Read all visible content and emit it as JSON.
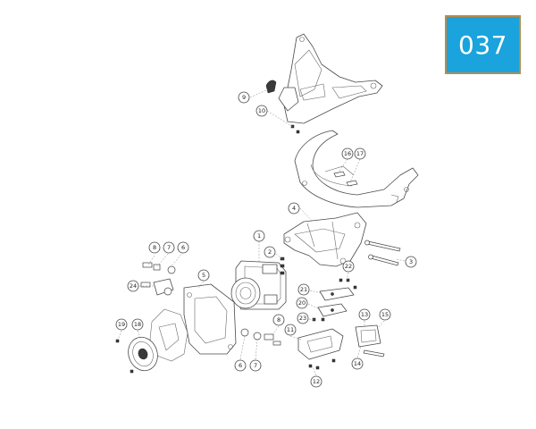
{
  "badge": {
    "number": "037",
    "color": "#1aa3dc",
    "border": "#b88c4a"
  },
  "callouts": [
    {
      "id": "c9",
      "label": "9"
    },
    {
      "id": "c10",
      "label": "10"
    },
    {
      "id": "c16",
      "label": "16"
    },
    {
      "id": "c17",
      "label": "17"
    },
    {
      "id": "c4",
      "label": "4"
    },
    {
      "id": "c1",
      "label": "1"
    },
    {
      "id": "c2",
      "label": "2"
    },
    {
      "id": "c3",
      "label": "3"
    },
    {
      "id": "c8a",
      "label": "8"
    },
    {
      "id": "c7a",
      "label": "7"
    },
    {
      "id": "c6a",
      "label": "6"
    },
    {
      "id": "c5",
      "label": "5"
    },
    {
      "id": "c24",
      "label": "24"
    },
    {
      "id": "c22",
      "label": "22"
    },
    {
      "id": "c21",
      "label": "21"
    },
    {
      "id": "c20",
      "label": "20"
    },
    {
      "id": "c23",
      "label": "23"
    },
    {
      "id": "c13",
      "label": "13"
    },
    {
      "id": "c15",
      "label": "15"
    },
    {
      "id": "c8b",
      "label": "8"
    },
    {
      "id": "c11",
      "label": "11"
    },
    {
      "id": "c19",
      "label": "19"
    },
    {
      "id": "c18",
      "label": "18"
    },
    {
      "id": "c6b",
      "label": "6"
    },
    {
      "id": "c7b",
      "label": "7"
    },
    {
      "id": "c14",
      "label": "14"
    },
    {
      "id": "c12",
      "label": "12"
    }
  ]
}
